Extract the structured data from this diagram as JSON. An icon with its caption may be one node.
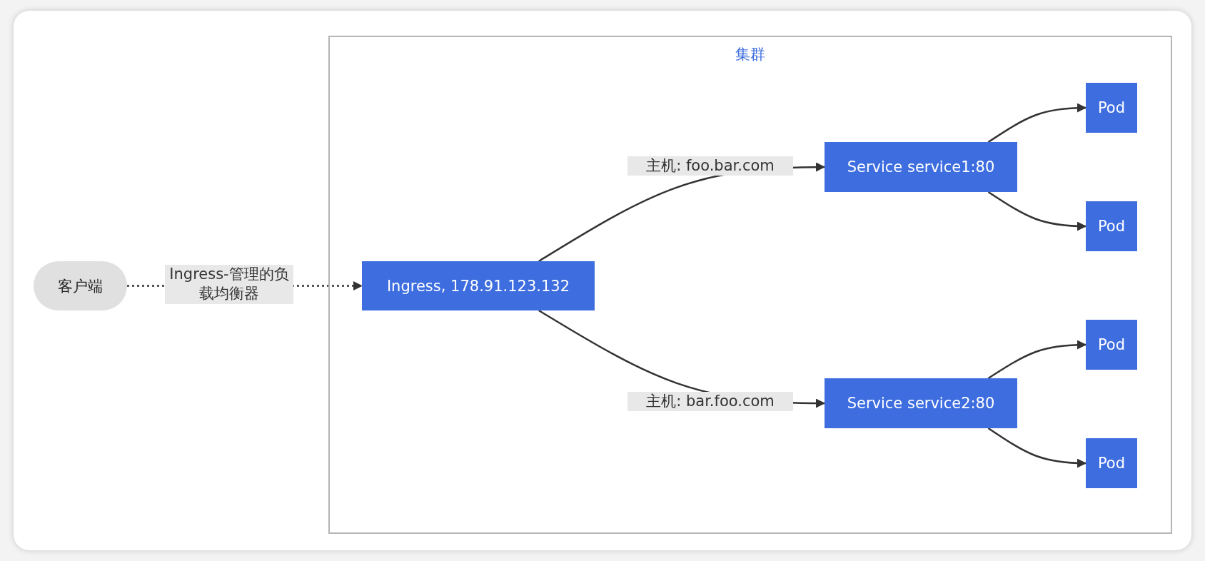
{
  "diagram": {
    "nodes": [
      {
        "text": [
          "客户端"
        ]
      },
      {
        "text": [
          "集群"
        ]
      },
      {
        "text": [
          "Ingress, 178.91.123.132"
        ],
        "in": 1
      },
      {
        "text": [
          "Service service1:80"
        ],
        "in": 1
      },
      {
        "text": [
          "Pod"
        ],
        "in": 1
      },
      {
        "text": [
          "Pod"
        ],
        "in": 1
      },
      {
        "text": [
          "Service service2:80"
        ],
        "in": 1
      },
      {
        "text": [
          "Pod"
        ],
        "in": 1
      },
      {
        "text": [
          "Pod"
        ],
        "in": 1
      }
    ],
    "edges": [
      {
        "from": 0,
        "to": 2,
        "arrow": "to",
        "label": "Ingress-管理的负载均衡器",
        "style": "dashed"
      },
      {
        "from": 2,
        "to": 3,
        "arrow": "to",
        "label": "主机: foo.bar.com"
      },
      {
        "from": 2,
        "to": 6,
        "arrow": "to",
        "label": "主机: bar.foo.com"
      },
      {
        "from": 3,
        "to": 4,
        "arrow": "to"
      },
      {
        "from": 3,
        "to": 5,
        "arrow": "to"
      },
      {
        "from": 6,
        "to": 7,
        "arrow": "to"
      },
      {
        "from": 6,
        "to": 8,
        "arrow": "to"
      }
    ]
  }
}
